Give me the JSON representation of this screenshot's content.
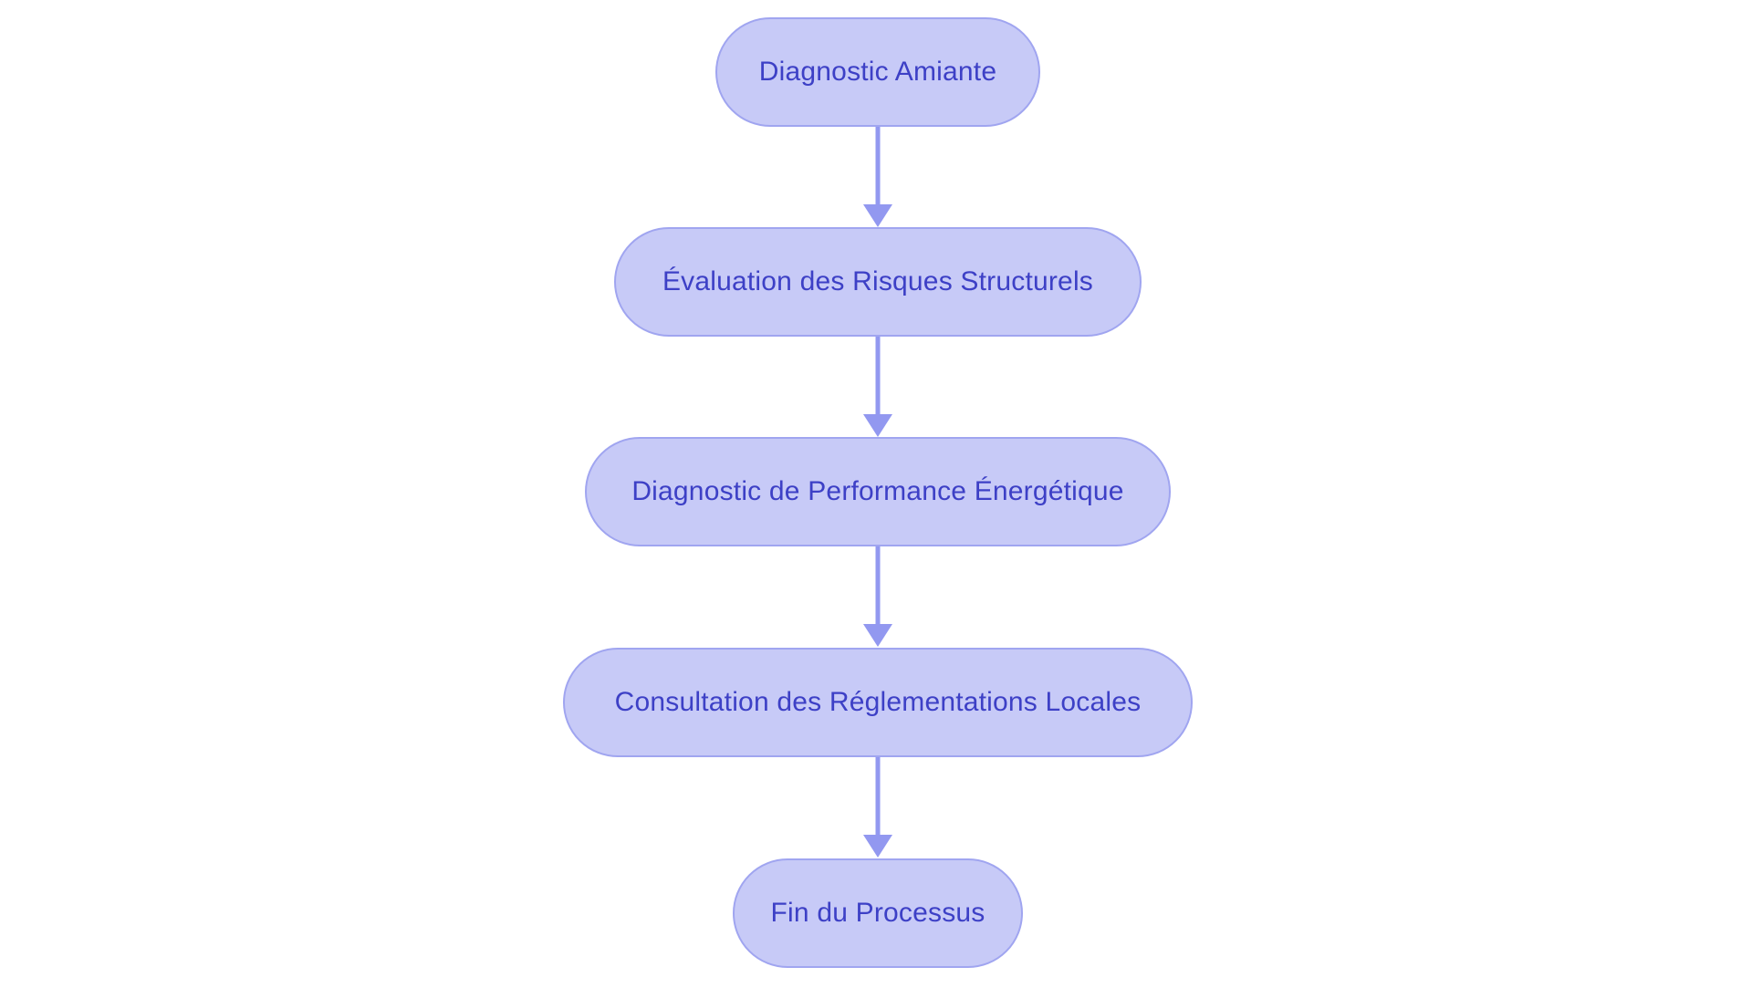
{
  "diagram": {
    "type": "flowchart",
    "direction": "top-down",
    "nodes": [
      {
        "id": "n1",
        "shape": "stadium",
        "label": "Diagnostic Amiante"
      },
      {
        "id": "n2",
        "shape": "stadium",
        "label": "Évaluation des Risques Structurels"
      },
      {
        "id": "n3",
        "shape": "stadium",
        "label": "Diagnostic de Performance Énergétique"
      },
      {
        "id": "n4",
        "shape": "stadium",
        "label": "Consultation des Réglementations Locales"
      },
      {
        "id": "n5",
        "shape": "stadium",
        "label": "Fin du Processus"
      }
    ],
    "edges": [
      {
        "from": "n1",
        "to": "n2",
        "style": "arrow-down"
      },
      {
        "from": "n2",
        "to": "n3",
        "style": "arrow-down"
      },
      {
        "from": "n3",
        "to": "n4",
        "style": "arrow-down"
      },
      {
        "from": "n4",
        "to": "n5",
        "style": "arrow-down"
      }
    ],
    "colors": {
      "background": "#ffffff",
      "node_fill": "#c7caf7",
      "node_border": "#a0a5f0",
      "node_text": "#3d40c6",
      "arrow": "#9298f0"
    }
  }
}
